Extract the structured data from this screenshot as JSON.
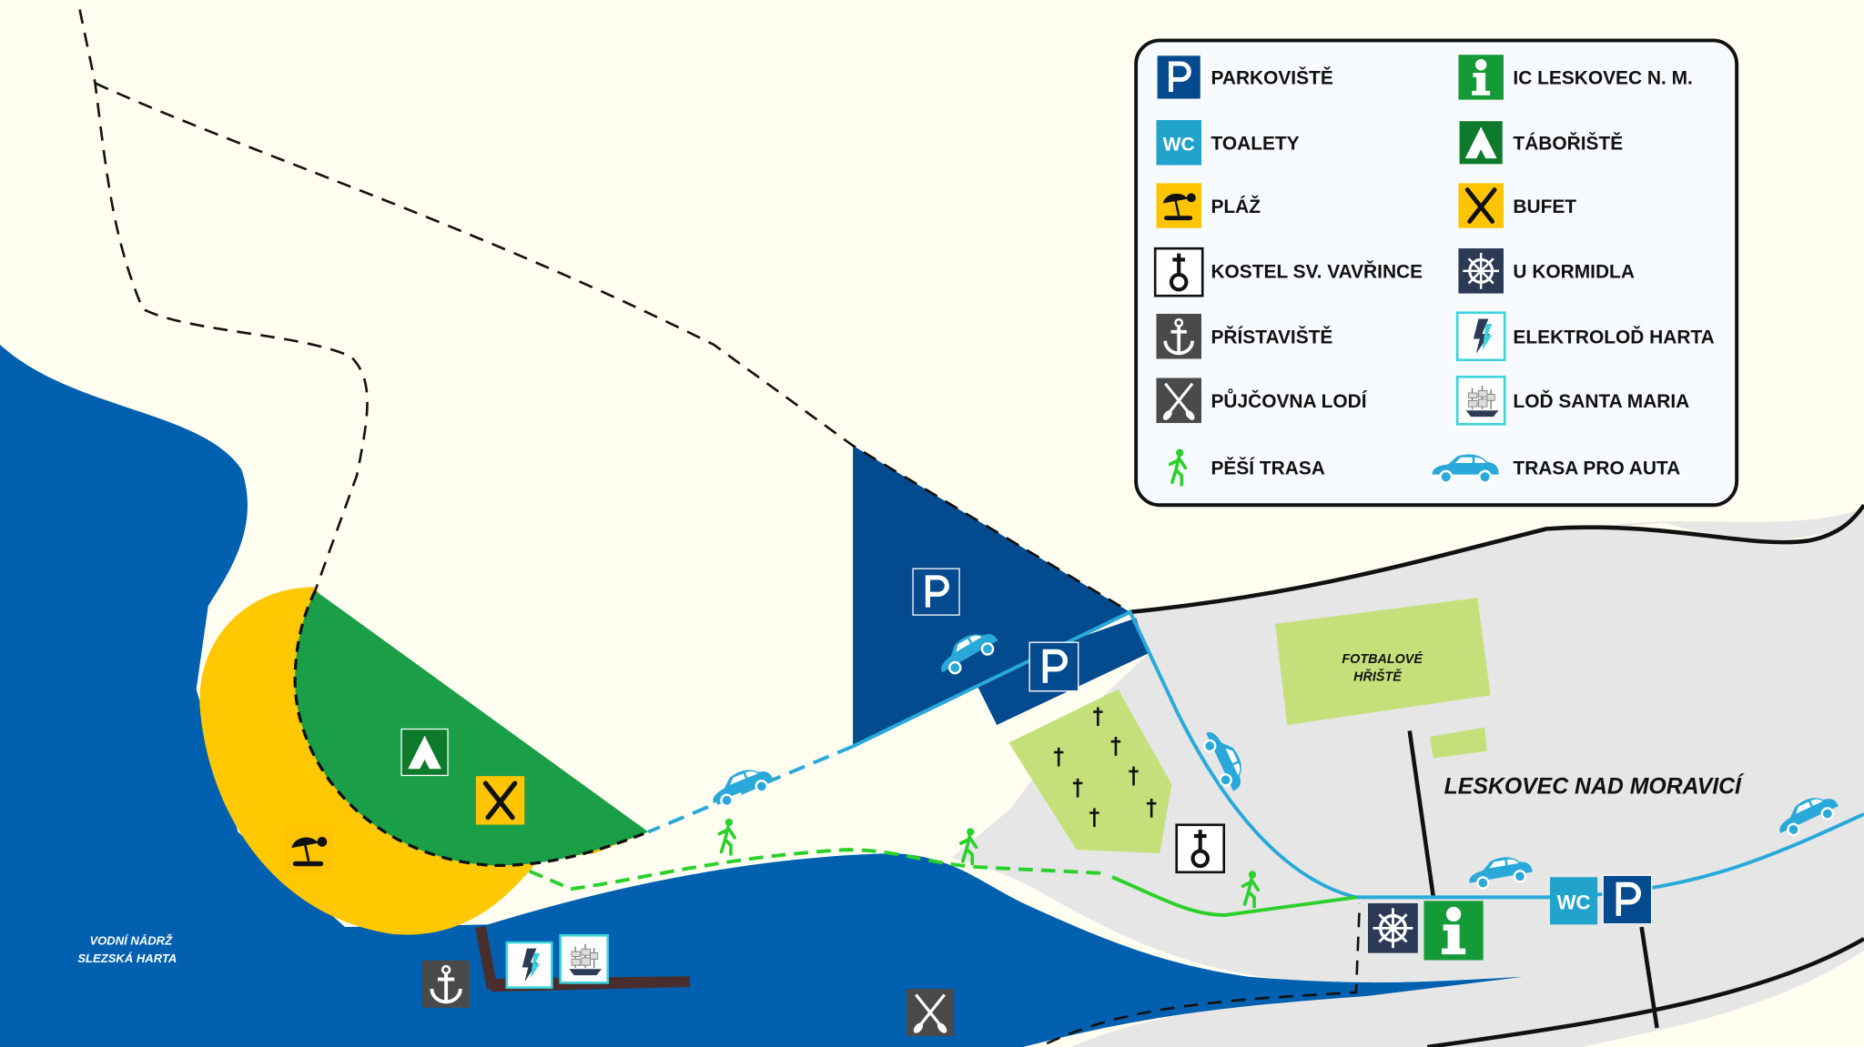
{
  "legend": {
    "items": [
      {
        "icon": "parking-icon",
        "label": "PARKOVIŠTĚ"
      },
      {
        "icon": "info-icon",
        "label": "IC LESKOVEC N. M."
      },
      {
        "icon": "wc-icon",
        "label": "TOALETY"
      },
      {
        "icon": "tent-icon",
        "label": "TÁBOŘIŠTĚ"
      },
      {
        "icon": "beach-icon",
        "label": "PLÁŽ"
      },
      {
        "icon": "cutlery-icon",
        "label": "BUFET"
      },
      {
        "icon": "church-icon",
        "label": "KOSTEL SV. VAVŘINCE"
      },
      {
        "icon": "ship-wheel-icon",
        "label": "U KORMIDLA"
      },
      {
        "icon": "anchor-icon",
        "label": "PŘÍSTAVIŠTĚ"
      },
      {
        "icon": "lightning-icon",
        "label": "ELEKTROLOĎ HARTA"
      },
      {
        "icon": "paddles-icon",
        "label": "PŮJČOVNA LODÍ"
      },
      {
        "icon": "sailing-ship-icon",
        "label": "LOĎ SANTA MARIA"
      },
      {
        "icon": "pedestrian-icon",
        "label": "PĚŠÍ TRASA"
      },
      {
        "icon": "car-icon",
        "label": "TRASA PRO AUTA"
      }
    ]
  },
  "map": {
    "football_line1": "FOTBALOVÉ",
    "football_line2": "HŘIŠTĚ",
    "town": "LESKOVEC NAD MORAVICÍ",
    "lake_line1": "VODNÍ NÁDRŽ",
    "lake_line2": "SLEZSKÁ HARTA",
    "wc": "WC",
    "p": "P"
  },
  "colors": {
    "water": "#0060B0",
    "beach": "#FFC800",
    "camp": "#1A9E48",
    "parking": "#034A8E",
    "town": "#E6E6E6",
    "green_area": "#C5E07A",
    "road": "#29A9D9",
    "walk": "#2BD02B",
    "land": "#FFFEF0"
  }
}
